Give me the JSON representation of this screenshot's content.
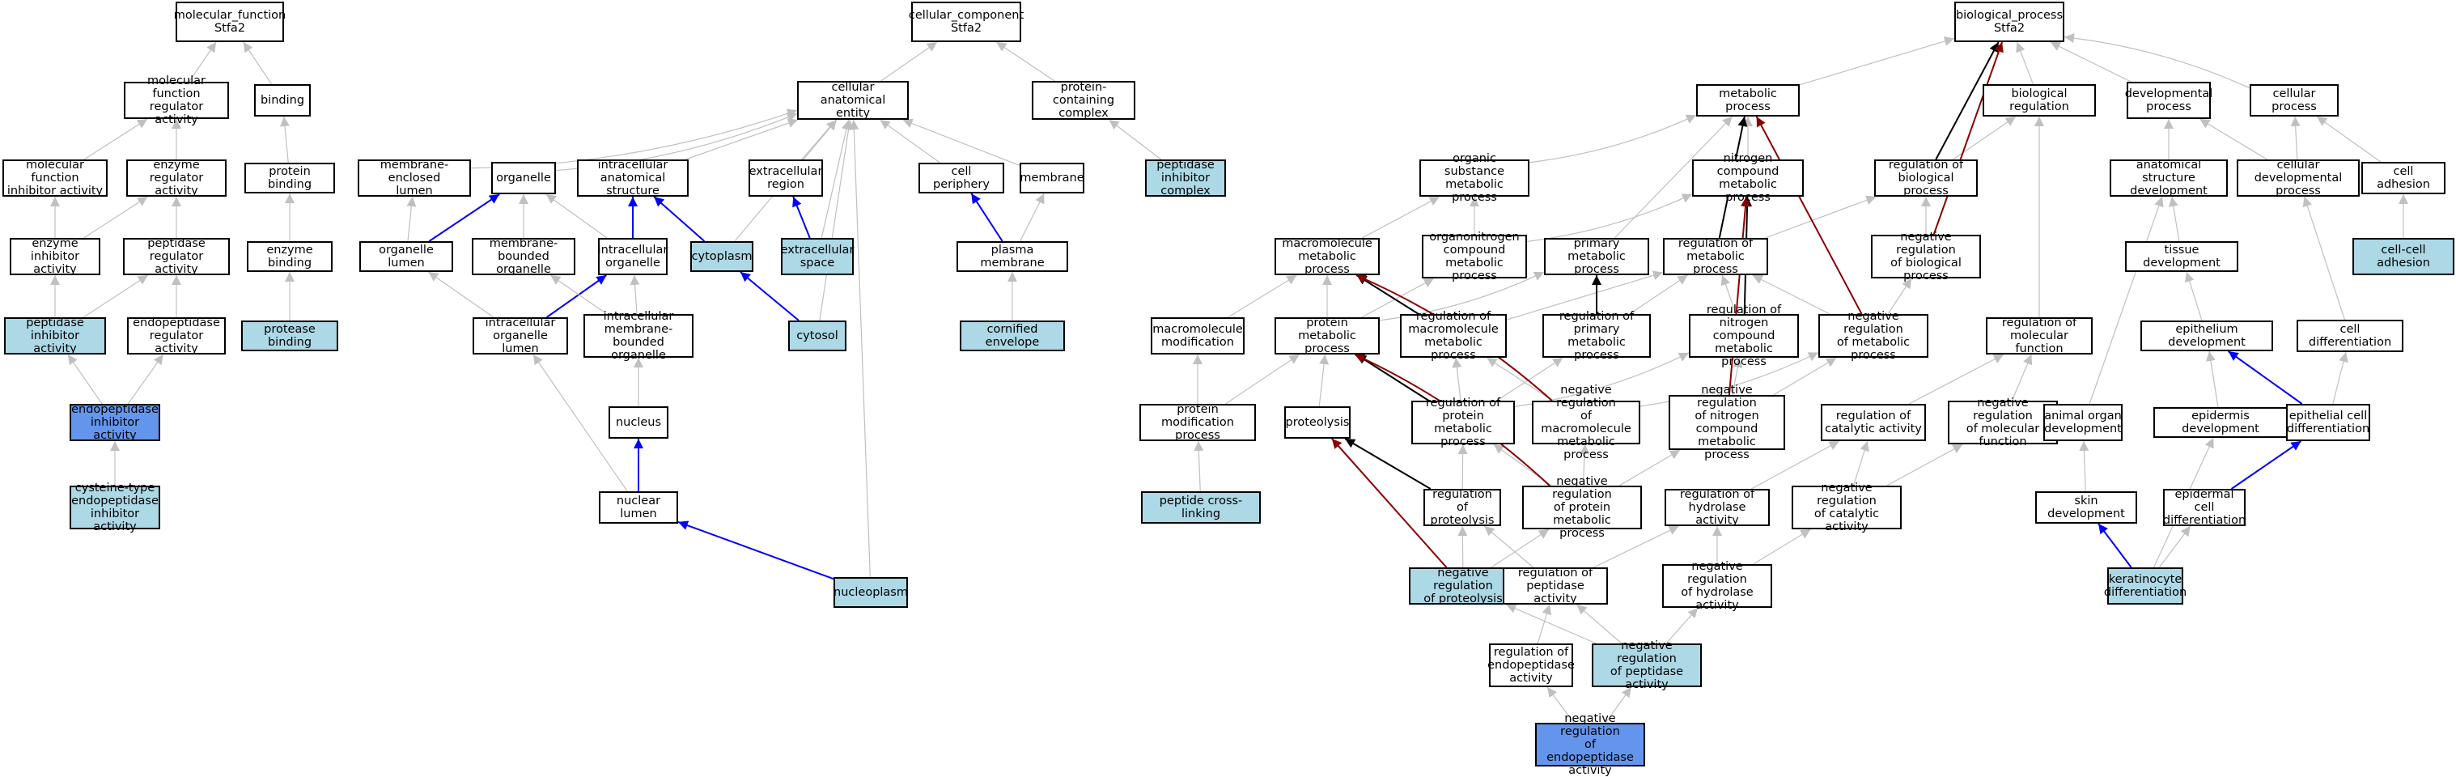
{
  "palette": {
    "light": "#add8e6",
    "blue": "#6495ed",
    "gray_edge": "#c0c0c0",
    "blue_edge": "#0000ff",
    "red_edge": "#8b0000",
    "black_edge": "#000000"
  },
  "nodes": [
    {
      "id": "mf_root",
      "label": "molecular_function\nStfa2",
      "fill": "white"
    },
    {
      "id": "mf_regact",
      "label": "molecular function\nregulator activity",
      "fill": "white"
    },
    {
      "id": "binding",
      "label": "binding",
      "fill": "white"
    },
    {
      "id": "mf_inhib",
      "label": "molecular function\ninhibitor activity",
      "fill": "white"
    },
    {
      "id": "enz_reg",
      "label": "enzyme regulator\nactivity",
      "fill": "white"
    },
    {
      "id": "prot_bind",
      "label": "protein binding",
      "fill": "white"
    },
    {
      "id": "enz_inhib",
      "label": "enzyme inhibitor\nactivity",
      "fill": "white"
    },
    {
      "id": "pept_reg",
      "label": "peptidase regulator\nactivity",
      "fill": "white"
    },
    {
      "id": "enz_bind",
      "label": "enzyme binding",
      "fill": "white"
    },
    {
      "id": "pept_inhib",
      "label": "peptidase inhibitor\nactivity",
      "fill": "light"
    },
    {
      "id": "endo_reg",
      "label": "endopeptidase\nregulator activity",
      "fill": "white"
    },
    {
      "id": "prot_bind2",
      "label": "protease binding",
      "fill": "light"
    },
    {
      "id": "endo_inhib",
      "label": "endopeptidase\ninhibitor activity",
      "fill": "blue"
    },
    {
      "id": "cys_endo",
      "label": "cysteine-type\nendopeptidase\ninhibitor activity",
      "fill": "light"
    },
    {
      "id": "cc_root",
      "label": "cellular_component\nStfa2",
      "fill": "white"
    },
    {
      "id": "cae",
      "label": "cellular anatomical\nentity",
      "fill": "white"
    },
    {
      "id": "pcc",
      "label": "protein-containing\ncomplex",
      "fill": "white"
    },
    {
      "id": "mel",
      "label": "membrane-enclosed\nlumen",
      "fill": "white"
    },
    {
      "id": "organelle",
      "label": "organelle",
      "fill": "white"
    },
    {
      "id": "ias",
      "label": "intracellular\nanatomical structure",
      "fill": "white"
    },
    {
      "id": "ecr",
      "label": "extracellular\nregion",
      "fill": "white"
    },
    {
      "id": "cperiph",
      "label": "cell periphery",
      "fill": "white"
    },
    {
      "id": "membrane",
      "label": "membrane",
      "fill": "white"
    },
    {
      "id": "pic",
      "label": "peptidase inhibitor\ncomplex",
      "fill": "light"
    },
    {
      "id": "orglumen",
      "label": "organelle lumen",
      "fill": "white"
    },
    {
      "id": "mbo",
      "label": "membrane-bounded\norganelle",
      "fill": "white"
    },
    {
      "id": "io",
      "label": "intracellular\norganelle",
      "fill": "white"
    },
    {
      "id": "cytoplasm",
      "label": "cytoplasm",
      "fill": "light"
    },
    {
      "id": "ecs",
      "label": "extracellular\nspace",
      "fill": "light"
    },
    {
      "id": "pm",
      "label": "plasma membrane",
      "fill": "white"
    },
    {
      "id": "iol",
      "label": "intracellular\norganelle lumen",
      "fill": "white"
    },
    {
      "id": "imbo",
      "label": "intracellular\nmembrane-bounded\norganelle",
      "fill": "white"
    },
    {
      "id": "cytosol",
      "label": "cytosol",
      "fill": "light"
    },
    {
      "id": "corn",
      "label": "cornified envelope",
      "fill": "light"
    },
    {
      "id": "nucleus",
      "label": "nucleus",
      "fill": "white"
    },
    {
      "id": "nlumen",
      "label": "nuclear lumen",
      "fill": "white"
    },
    {
      "id": "nucleoplasm",
      "label": "nucleoplasm",
      "fill": "light"
    },
    {
      "id": "bp_root",
      "label": "biological_process\nStfa2",
      "fill": "white"
    },
    {
      "id": "metab",
      "label": "metabolic process",
      "fill": "white"
    },
    {
      "id": "bioreg",
      "label": "biological regulation",
      "fill": "white"
    },
    {
      "id": "devproc",
      "label": "developmental\nprocess",
      "fill": "white"
    },
    {
      "id": "cellproc",
      "label": "cellular process",
      "fill": "white"
    },
    {
      "id": "osmp",
      "label": "organic substance\nmetabolic process",
      "fill": "white"
    },
    {
      "id": "ncmp",
      "label": "nitrogen compound\nmetabolic process",
      "fill": "white"
    },
    {
      "id": "rbp",
      "label": "regulation of\nbiological process",
      "fill": "white"
    },
    {
      "id": "asd",
      "label": "anatomical structure\ndevelopment",
      "fill": "white"
    },
    {
      "id": "cdp",
      "label": "cellular developmental\nprocess",
      "fill": "white"
    },
    {
      "id": "celladh",
      "label": "cell adhesion",
      "fill": "white"
    },
    {
      "id": "mmp",
      "label": "macromolecule\nmetabolic process",
      "fill": "white"
    },
    {
      "id": "oncmp",
      "label": "organonitrogen\ncompound metabolic\nprocess",
      "fill": "white"
    },
    {
      "id": "pmp",
      "label": "primary metabolic\nprocess",
      "fill": "white"
    },
    {
      "id": "rmp",
      "label": "regulation of\nmetabolic process",
      "fill": "white"
    },
    {
      "id": "nrbp",
      "label": "negative regulation\nof biological\nprocess",
      "fill": "white"
    },
    {
      "id": "tissdev",
      "label": "tissue development",
      "fill": "white"
    },
    {
      "id": "ccadh",
      "label": "cell-cell adhesion",
      "fill": "light"
    },
    {
      "id": "mmod",
      "label": "macromolecule\nmodification",
      "fill": "white"
    },
    {
      "id": "protmp",
      "label": "protein metabolic\nprocess",
      "fill": "white"
    },
    {
      "id": "rmmp",
      "label": "regulation of\nmacromolecule\nmetabolic process",
      "fill": "white"
    },
    {
      "id": "rpmp",
      "label": "regulation of\nprimary metabolic\nprocess",
      "fill": "white"
    },
    {
      "id": "rncmp",
      "label": "regulation of\nnitrogen compound\nmetabolic process",
      "fill": "white"
    },
    {
      "id": "nrmp",
      "label": "negative regulation\nof metabolic\nprocess",
      "fill": "white"
    },
    {
      "id": "rmf",
      "label": "regulation of\nmolecular function",
      "fill": "white"
    },
    {
      "id": "epidev",
      "label": "epithelium development",
      "fill": "white"
    },
    {
      "id": "celldiff",
      "label": "cell differentiation",
      "fill": "white"
    },
    {
      "id": "pmodp",
      "label": "protein modification\nprocess",
      "fill": "white"
    },
    {
      "id": "proteolysis",
      "label": "proteolysis",
      "fill": "white"
    },
    {
      "id": "rprotmp",
      "label": "regulation of\nprotein metabolic\nprocess",
      "fill": "white"
    },
    {
      "id": "nrmmp",
      "label": "negative regulation\nof macromolecule\nmetabolic process",
      "fill": "white"
    },
    {
      "id": "nrncmp",
      "label": "negative regulation\nof nitrogen\ncompound metabolic\nprocess",
      "fill": "white"
    },
    {
      "id": "rca",
      "label": "regulation of\ncatalytic activity",
      "fill": "white"
    },
    {
      "id": "nrmf",
      "label": "negative regulation\nof molecular\nfunction",
      "fill": "white"
    },
    {
      "id": "aod",
      "label": "animal organ\ndevelopment",
      "fill": "white"
    },
    {
      "id": "epiddev",
      "label": "epidermis development",
      "fill": "white"
    },
    {
      "id": "ecd",
      "label": "epithelial cell\ndifferentiation",
      "fill": "white"
    },
    {
      "id": "pcl",
      "label": "peptide cross-linking",
      "fill": "light"
    },
    {
      "id": "rprot",
      "label": "regulation of\nproteolysis",
      "fill": "white"
    },
    {
      "id": "nrprotmp",
      "label": "negative regulation\nof protein metabolic\nprocess",
      "fill": "white"
    },
    {
      "id": "rha",
      "label": "regulation of\nhydrolase activity",
      "fill": "white"
    },
    {
      "id": "nrca",
      "label": "negative regulation\nof catalytic\nactivity",
      "fill": "white"
    },
    {
      "id": "skindev",
      "label": "skin development",
      "fill": "white"
    },
    {
      "id": "edcd",
      "label": "epidermal cell\ndifferentiation",
      "fill": "white"
    },
    {
      "id": "nrprot",
      "label": "negative regulation\nof proteolysis",
      "fill": "light"
    },
    {
      "id": "rpa",
      "label": "regulation of\npeptidase activity",
      "fill": "white"
    },
    {
      "id": "nrha",
      "label": "negative regulation\nof hydrolase\nactivity",
      "fill": "white"
    },
    {
      "id": "kdiff",
      "label": "keratinocyte\ndifferentiation",
      "fill": "light"
    },
    {
      "id": "rea",
      "label": "regulation of\nendopeptidase\nactivity",
      "fill": "white"
    },
    {
      "id": "nrpa",
      "label": "negative regulation\nof peptidase\nactivity",
      "fill": "light"
    },
    {
      "id": "nrea",
      "label": "negative regulation\nof endopeptidase\nactivity",
      "fill": "blue"
    }
  ],
  "edges": [
    [
      "mf_regact",
      "mf_root",
      "gray"
    ],
    [
      "binding",
      "mf_root",
      "gray"
    ],
    [
      "mf_inhib",
      "mf_regact",
      "gray"
    ],
    [
      "enz_reg",
      "mf_regact",
      "gray"
    ],
    [
      "prot_bind",
      "binding",
      "gray"
    ],
    [
      "enz_inhib",
      "mf_inhib",
      "gray"
    ],
    [
      "enz_inhib",
      "enz_reg",
      "gray"
    ],
    [
      "pept_reg",
      "enz_reg",
      "gray"
    ],
    [
      "enz_bind",
      "prot_bind",
      "gray"
    ],
    [
      "pept_inhib",
      "enz_inhib",
      "gray"
    ],
    [
      "pept_inhib",
      "pept_reg",
      "gray"
    ],
    [
      "endo_reg",
      "pept_reg",
      "gray"
    ],
    [
      "prot_bind2",
      "enz_bind",
      "gray"
    ],
    [
      "endo_inhib",
      "pept_inhib",
      "gray"
    ],
    [
      "endo_inhib",
      "endo_reg",
      "gray"
    ],
    [
      "cys_endo",
      "endo_inhib",
      "gray"
    ],
    [
      "cae",
      "cc_root",
      "gray"
    ],
    [
      "pcc",
      "cc_root",
      "gray"
    ],
    [
      "mel",
      "cae",
      "gray"
    ],
    [
      "organelle",
      "cae",
      "gray"
    ],
    [
      "ias",
      "cae",
      "gray"
    ],
    [
      "ecr",
      "cae",
      "gray"
    ],
    [
      "cperiph",
      "cae",
      "gray"
    ],
    [
      "membrane",
      "cae",
      "gray"
    ],
    [
      "pic",
      "pcc",
      "gray"
    ],
    [
      "orglumen",
      "mel",
      "gray"
    ],
    [
      "orglumen",
      "organelle",
      "blue"
    ],
    [
      "mbo",
      "organelle",
      "gray"
    ],
    [
      "io",
      "organelle",
      "gray"
    ],
    [
      "io",
      "ias",
      "blue"
    ],
    [
      "cytoplasm",
      "ias",
      "blue"
    ],
    [
      "cytoplasm",
      "cae",
      "gray"
    ],
    [
      "ecs",
      "ecr",
      "blue"
    ],
    [
      "ecs",
      "cae",
      "gray"
    ],
    [
      "pm",
      "cperiph",
      "blue"
    ],
    [
      "pm",
      "membrane",
      "gray"
    ],
    [
      "iol",
      "orglumen",
      "gray"
    ],
    [
      "iol",
      "io",
      "blue"
    ],
    [
      "imbo",
      "mbo",
      "gray"
    ],
    [
      "imbo",
      "io",
      "gray"
    ],
    [
      "cytosol",
      "cytoplasm",
      "blue"
    ],
    [
      "cytosol",
      "cae",
      "gray"
    ],
    [
      "corn",
      "pm",
      "gray"
    ],
    [
      "nucleus",
      "imbo",
      "gray"
    ],
    [
      "nlumen",
      "nucleus",
      "blue"
    ],
    [
      "nlumen",
      "iol",
      "gray"
    ],
    [
      "nucleoplasm",
      "nlumen",
      "blue"
    ],
    [
      "nucleoplasm",
      "cae",
      "gray"
    ],
    [
      "metab",
      "bp_root",
      "gray"
    ],
    [
      "bioreg",
      "bp_root",
      "gray"
    ],
    [
      "devproc",
      "bp_root",
      "gray"
    ],
    [
      "cellproc",
      "bp_root",
      "gray"
    ],
    [
      "osmp",
      "metab",
      "gray"
    ],
    [
      "ncmp",
      "metab",
      "gray"
    ],
    [
      "rbp",
      "bioreg",
      "gray"
    ],
    [
      "rbp",
      "bp_root",
      "black"
    ],
    [
      "asd",
      "devproc",
      "gray"
    ],
    [
      "cdp",
      "devproc",
      "gray"
    ],
    [
      "cdp",
      "cellproc",
      "gray"
    ],
    [
      "celladh",
      "cellproc",
      "gray"
    ],
    [
      "mmp",
      "osmp",
      "gray"
    ],
    [
      "oncmp",
      "osmp",
      "gray"
    ],
    [
      "oncmp",
      "ncmp",
      "gray"
    ],
    [
      "pmp",
      "metab",
      "gray"
    ],
    [
      "rmp",
      "rbp",
      "gray"
    ],
    [
      "rmp",
      "metab",
      "black"
    ],
    [
      "nrbp",
      "rbp",
      "gray"
    ],
    [
      "nrbp",
      "bp_root",
      "red"
    ],
    [
      "tissdev",
      "asd",
      "gray"
    ],
    [
      "ccadh",
      "celladh",
      "gray"
    ],
    [
      "mmod",
      "mmp",
      "gray"
    ],
    [
      "protmp",
      "mmp",
      "gray"
    ],
    [
      "protmp",
      "oncmp",
      "gray"
    ],
    [
      "protmp",
      "pmp",
      "gray"
    ],
    [
      "rmmp",
      "mmp",
      "black"
    ],
    [
      "rmmp",
      "rmp",
      "gray"
    ],
    [
      "rpmp",
      "pmp",
      "black"
    ],
    [
      "rpmp",
      "rmp",
      "gray"
    ],
    [
      "rncmp",
      "ncmp",
      "black"
    ],
    [
      "rncmp",
      "rmp",
      "gray"
    ],
    [
      "nrmp",
      "rmp",
      "gray"
    ],
    [
      "nrmp",
      "nrbp",
      "gray"
    ],
    [
      "nrmp",
      "metab",
      "red"
    ],
    [
      "rmf",
      "bioreg",
      "gray"
    ],
    [
      "epidev",
      "tissdev",
      "gray"
    ],
    [
      "celldiff",
      "cdp",
      "gray"
    ],
    [
      "pmodp",
      "mmod",
      "gray"
    ],
    [
      "pmodp",
      "protmp",
      "gray"
    ],
    [
      "proteolysis",
      "protmp",
      "gray"
    ],
    [
      "rprotmp",
      "protmp",
      "black"
    ],
    [
      "rprotmp",
      "rmmp",
      "gray"
    ],
    [
      "rprotmp",
      "rpmp",
      "gray"
    ],
    [
      "rprotmp",
      "rncmp",
      "gray"
    ],
    [
      "nrmmp",
      "rmmp",
      "gray"
    ],
    [
      "nrmmp",
      "nrmp",
      "gray"
    ],
    [
      "nrmmp",
      "mmp",
      "red"
    ],
    [
      "nrncmp",
      "rncmp",
      "gray"
    ],
    [
      "nrncmp",
      "nrmp",
      "gray"
    ],
    [
      "nrncmp",
      "ncmp",
      "red"
    ],
    [
      "rca",
      "rmf",
      "gray"
    ],
    [
      "nrmf",
      "rmf",
      "gray"
    ],
    [
      "aod",
      "asd",
      "gray"
    ],
    [
      "epiddev",
      "epidev",
      "gray"
    ],
    [
      "ecd",
      "epidev",
      "blue"
    ],
    [
      "ecd",
      "celldiff",
      "gray"
    ],
    [
      "pcl",
      "pmodp",
      "gray"
    ],
    [
      "rprot",
      "proteolysis",
      "black"
    ],
    [
      "rprot",
      "rprotmp",
      "gray"
    ],
    [
      "nrprotmp",
      "rprotmp",
      "gray"
    ],
    [
      "nrprotmp",
      "nrmmp",
      "gray"
    ],
    [
      "nrprotmp",
      "nrncmp",
      "gray"
    ],
    [
      "nrprotmp",
      "protmp",
      "red"
    ],
    [
      "rha",
      "rca",
      "gray"
    ],
    [
      "nrca",
      "rca",
      "gray"
    ],
    [
      "nrca",
      "nrmf",
      "gray"
    ],
    [
      "skindev",
      "aod",
      "gray"
    ],
    [
      "edcd",
      "ecd",
      "blue"
    ],
    [
      "nrprot",
      "rprot",
      "gray"
    ],
    [
      "nrprot",
      "nrprotmp",
      "gray"
    ],
    [
      "nrprot",
      "proteolysis",
      "red"
    ],
    [
      "rpa",
      "rha",
      "gray"
    ],
    [
      "rpa",
      "rprot",
      "gray"
    ],
    [
      "nrha",
      "rha",
      "gray"
    ],
    [
      "nrha",
      "nrca",
      "gray"
    ],
    [
      "kdiff",
      "skindev",
      "blue"
    ],
    [
      "kdiff",
      "edcd",
      "gray"
    ],
    [
      "kdiff",
      "epiddev",
      "gray"
    ],
    [
      "rea",
      "rpa",
      "gray"
    ],
    [
      "nrpa",
      "rpa",
      "gray"
    ],
    [
      "nrpa",
      "nrha",
      "gray"
    ],
    [
      "nrpa",
      "nrprot",
      "gray"
    ],
    [
      "nrea",
      "rea",
      "gray"
    ],
    [
      "nrea",
      "nrpa",
      "gray"
    ]
  ]
}
